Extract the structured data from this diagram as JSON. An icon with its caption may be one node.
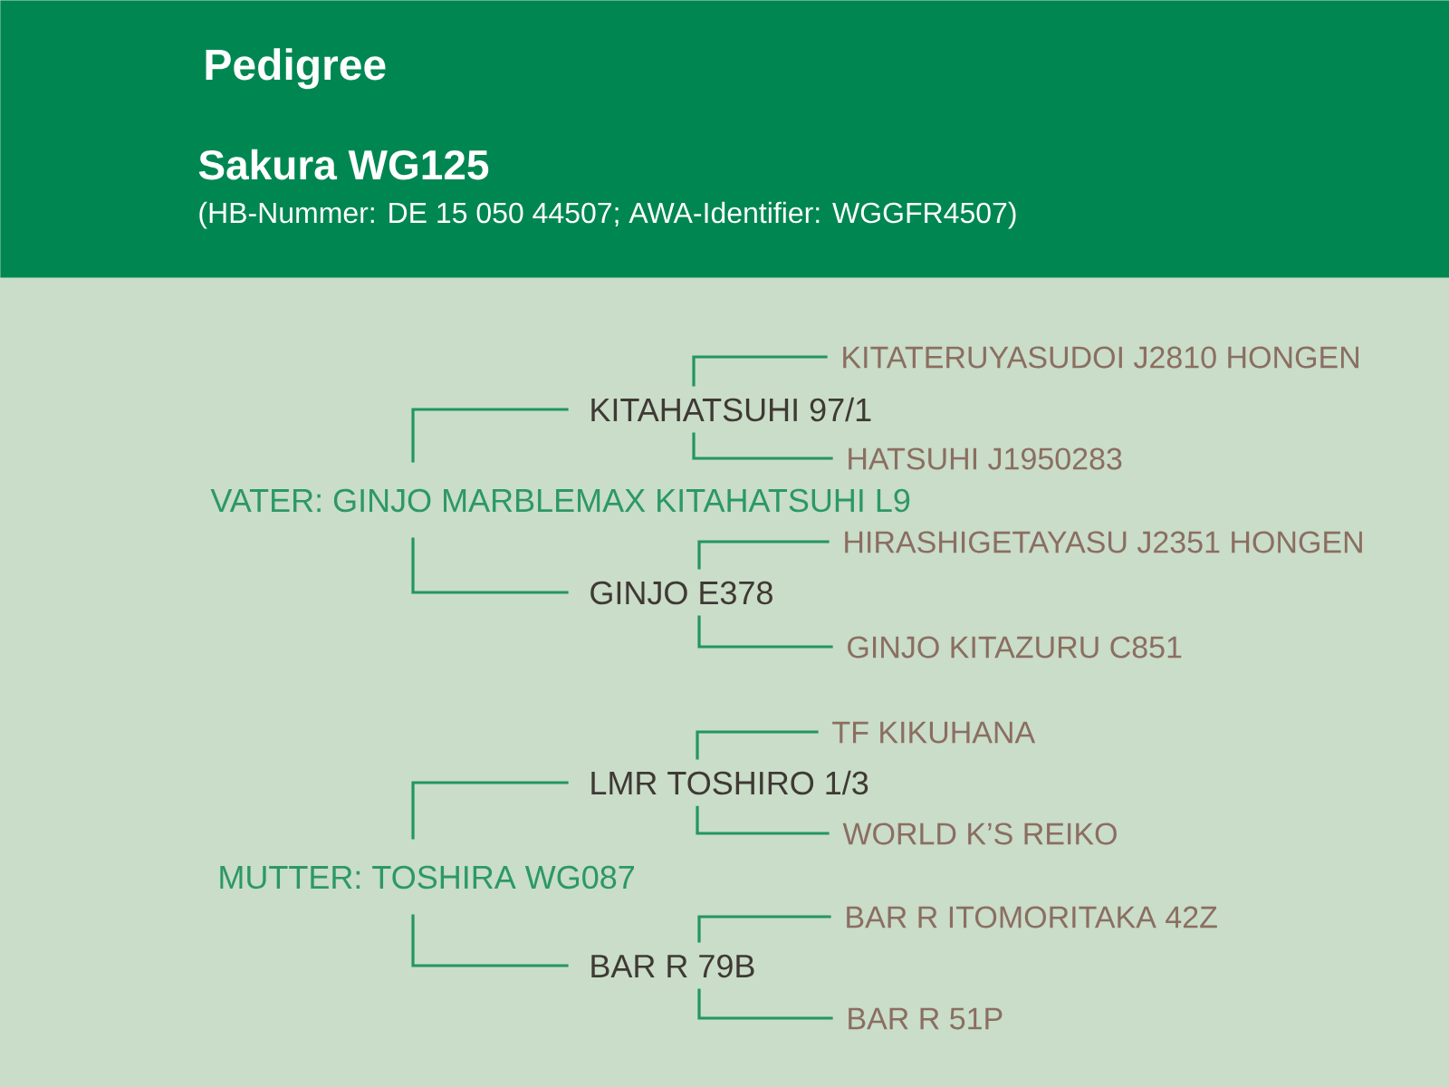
{
  "diagram": {
    "title": "Pedigree",
    "nodes": [
      {
        "text": [
          "Sakura WG125",
          "(HB-Nummer: DE 15 050 44507; AWA-Identifier: WGGFR4507)"
        ]
      },
      {
        "text": [
          "VATER: GINJO MARBLEMAX KITAHATSUHI L9"
        ]
      },
      {
        "text": [
          "KITAHATSUHI 97/1"
        ]
      },
      {
        "text": [
          "KITATERUYASUDOI J2810 HONGEN"
        ]
      },
      {
        "text": [
          "HATSUHI J1950283"
        ]
      },
      {
        "text": [
          "GINJO E378"
        ]
      },
      {
        "text": [
          "HIRASHIGETAYASU J2351 HONGEN"
        ]
      },
      {
        "text": [
          "GINJO KITAZURU C851"
        ]
      },
      {
        "text": [
          "MUTTER: TOSHIRA WG087"
        ]
      },
      {
        "text": [
          "LMR TOSHIRO 1/3"
        ]
      },
      {
        "text": [
          "TF KIKUHANA"
        ]
      },
      {
        "text": [
          "WORLD K’S REIKO"
        ]
      },
      {
        "text": [
          "BAR R 79B"
        ]
      },
      {
        "text": [
          "BAR R ITOMORITAKA 42Z"
        ]
      },
      {
        "text": [
          "BAR R 51P"
        ]
      }
    ],
    "edges": [
      {
        "from": 1,
        "to": 2,
        "arrow": "none"
      },
      {
        "from": 1,
        "to": 5,
        "arrow": "none"
      },
      {
        "from": 2,
        "to": 3,
        "arrow": "none"
      },
      {
        "from": 2,
        "to": 4,
        "arrow": "none"
      },
      {
        "from": 5,
        "to": 6,
        "arrow": "none"
      },
      {
        "from": 5,
        "to": 7,
        "arrow": "none"
      },
      {
        "from": 8,
        "to": 9,
        "arrow": "none"
      },
      {
        "from": 8,
        "to": 12,
        "arrow": "none"
      },
      {
        "from": 9,
        "to": 10,
        "arrow": "none"
      },
      {
        "from": 9,
        "to": 11,
        "arrow": "none"
      },
      {
        "from": 12,
        "to": 13,
        "arrow": "none"
      },
      {
        "from": 12,
        "to": 14,
        "arrow": "none"
      }
    ]
  }
}
